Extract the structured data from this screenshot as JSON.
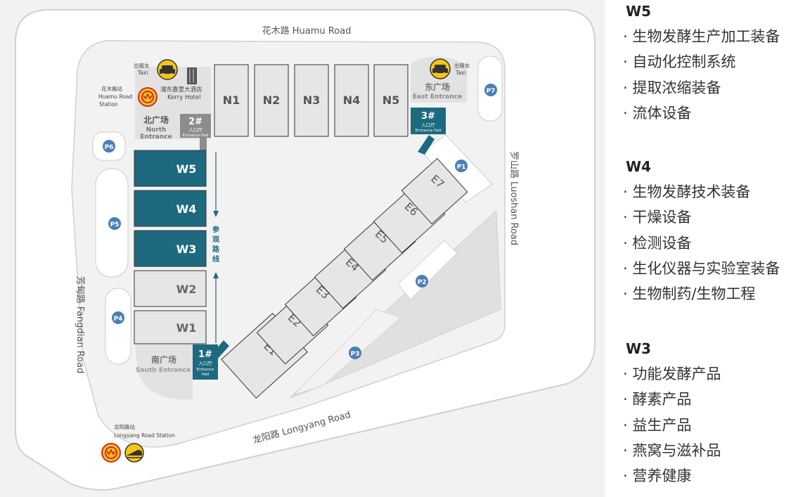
{
  "roads": {
    "huamu": "花木路  Huamu Road",
    "luoshan": "罗山路  Luoshan Road",
    "fangdian": "芳甸路  Fangdian Road",
    "longyang": "龙阳路   Longyang Road"
  },
  "halls": {
    "north": [
      "N1",
      "N2",
      "N3",
      "N4",
      "N5"
    ],
    "west": [
      "W5",
      "W4",
      "W3",
      "W2",
      "W1"
    ],
    "east": [
      "E1",
      "E2",
      "E3",
      "E4",
      "E5",
      "E6",
      "E7"
    ]
  },
  "highlight_color": "#1d6a80",
  "plain_hall_color": "#e6e6e6",
  "entrances": {
    "north": {
      "cn": "北广场",
      "en_line1": "North",
      "en_line2": "Entrance"
    },
    "east": {
      "cn": "东广场",
      "en": "East Entrance"
    },
    "south": {
      "cn": "南广场",
      "en": "South Entrance"
    }
  },
  "entrance_halls": {
    "hall2": {
      "num": "2#",
      "cn": "入口厅",
      "en": "Entrance Hall"
    },
    "hall3": {
      "num": "3#",
      "cn": "入口厅",
      "en": "Entrance Hall"
    },
    "hall1": {
      "num": "1#",
      "cn": "入口厅",
      "en_line1": "Entrance",
      "en_line2": "Hall"
    }
  },
  "parking": [
    "P1",
    "P2",
    "P3",
    "P4",
    "P5",
    "P6",
    "P7"
  ],
  "route_label": [
    "参",
    "观",
    "路",
    "线"
  ],
  "points_of_interest": {
    "taxi_north": {
      "cn": "出租车",
      "en": "Taxi"
    },
    "taxi_east": {
      "cn": "出租车",
      "en": "Taxi"
    },
    "kerry_hotel": {
      "cn": "浦东嘉里大酒店",
      "en": "Kerry Hotel"
    },
    "huamu_station": {
      "cn": "花木路站",
      "en_line1": "Huamu Road",
      "en_line2": "Station"
    },
    "longyang_station": {
      "cn": "龙阳路站",
      "en": "Longyang Road Station"
    }
  },
  "icons": [
    "taxi-icon",
    "metro-icon",
    "maglev-icon",
    "hotel-building-icon"
  ],
  "legend": {
    "sections": [
      {
        "title": "W5",
        "items": [
          "· 生物发酵生产加工装备",
          "· 自动化控制系统",
          "· 提取浓缩装备",
          "· 流体设备"
        ]
      },
      {
        "title": "W4",
        "items": [
          "· 生物发酵技术装备",
          "· 干燥设备",
          "· 检测设备",
          "· 生化仪器与实验室装备",
          "· 生物制药/生物工程"
        ]
      },
      {
        "title": "W3",
        "items": [
          "· 功能发酵产品",
          "· 酵素产品",
          "· 益生产品",
          "· 燕窝与滋补品",
          "· 营养健康"
        ]
      }
    ]
  }
}
